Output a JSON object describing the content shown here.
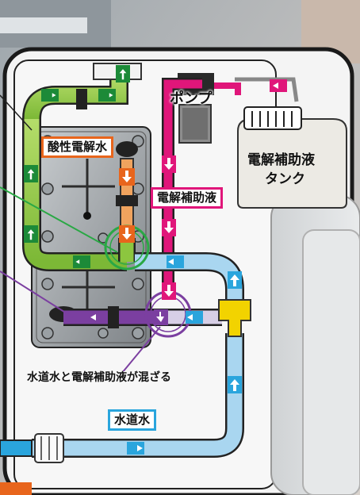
{
  "labels": {
    "acid_water": "酸性電解水",
    "pump": "ポンプ",
    "tank_line1": "電解補助液",
    "tank_line2": "タンク",
    "electrolyte_liquid": "電解補助液",
    "mixing_note": "水道水と電解補助液が混ざる",
    "tap_water": "水道水"
  },
  "colors": {
    "acid_frame": "#e8651c",
    "electrolyte_frame": "#e0167a",
    "tap_water_frame": "#2aa5dd",
    "green_pipe": "#8cc63f",
    "blue_pipe": "#a9d6f0",
    "pink_pipe": "#e0167a",
    "purple_pipe": "#7b3fa0",
    "tee_yellow": "#f2d300"
  }
}
